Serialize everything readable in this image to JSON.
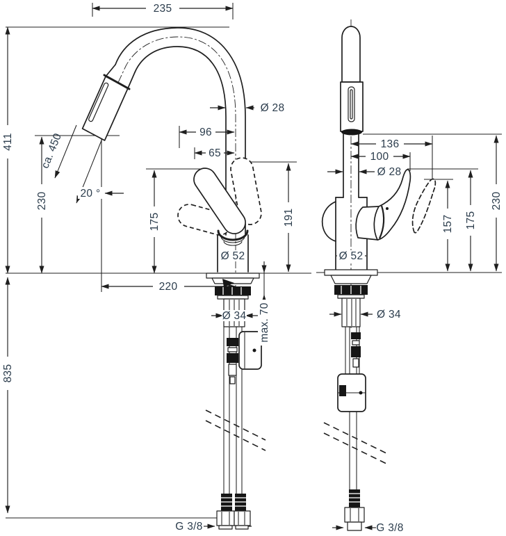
{
  "drawing": {
    "background": "#ffffff",
    "line_color": "#1f1f1f",
    "label_color": "#2b3c4c"
  },
  "front_view": {
    "dims": {
      "spout_reach": "235",
      "height_above_deck": "411",
      "outlet_height": "230",
      "pullout_hose_length": "ca. 450",
      "spray_angle": "20 °",
      "handle_projection_outer": "96",
      "handle_projection_inner": "65",
      "spout_diameter": "Ø 28",
      "handle_height": "175",
      "handle_raised_height": "191",
      "body_diameter": "Ø 52",
      "outlet_offset": "220",
      "overall_height": "835",
      "shank_diameter": "Ø 34",
      "max_counter_thickness": "max. 70",
      "supply_thread": "G 3/8"
    }
  },
  "side_view": {
    "dims": {
      "depth_overall": "136",
      "depth_handle_tip": "100",
      "spout_diameter": "Ø 28",
      "handle_tip_height": "157",
      "handle_height": "175",
      "spout_top_height": "230",
      "body_diameter": "Ø 52",
      "shank_diameter": "Ø 34",
      "supply_thread": "G 3/8"
    }
  }
}
